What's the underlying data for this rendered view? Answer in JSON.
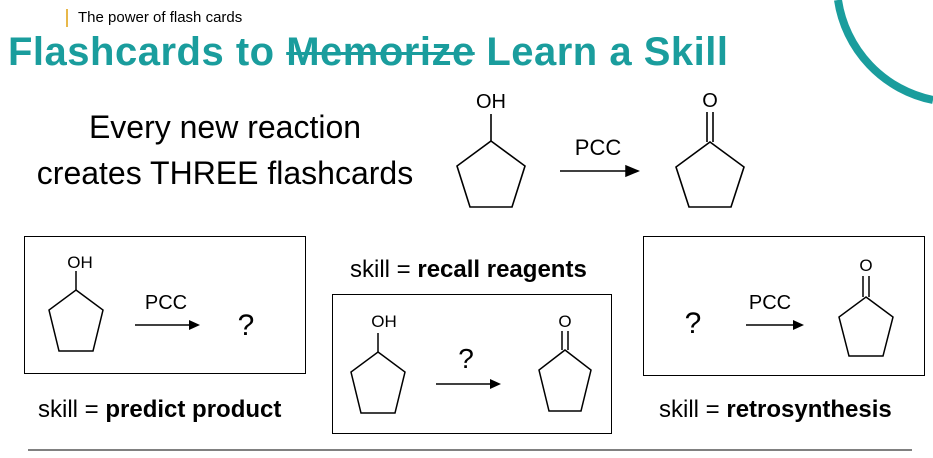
{
  "header": {
    "tagline": "The power of flash cards",
    "title_part1": "Flashcards to ",
    "title_struck": "Memorize",
    "title_part2": " Learn a Skill"
  },
  "intro": {
    "line1": "Every new reaction",
    "line2": "creates THREE flashcards"
  },
  "reaction": {
    "reactant_label": "OH",
    "reagent": "PCC",
    "product_label": "O"
  },
  "cards": [
    {
      "skill_prefix": "skill = ",
      "skill_name": "predict product",
      "reactant_label": "OH",
      "reagent": "PCC",
      "unknown": "?"
    },
    {
      "skill_prefix": "skill = ",
      "skill_name": "recall reagents",
      "reactant_label": "OH",
      "unknown": "?",
      "product_label": "O"
    },
    {
      "skill_prefix": "skill = ",
      "skill_name": "retrosynthesis",
      "unknown": "?",
      "reagent": "PCC",
      "product_label": "O"
    }
  ],
  "colors": {
    "accent": "#1a9d9d",
    "tagline_bar": "#e8b84a"
  }
}
